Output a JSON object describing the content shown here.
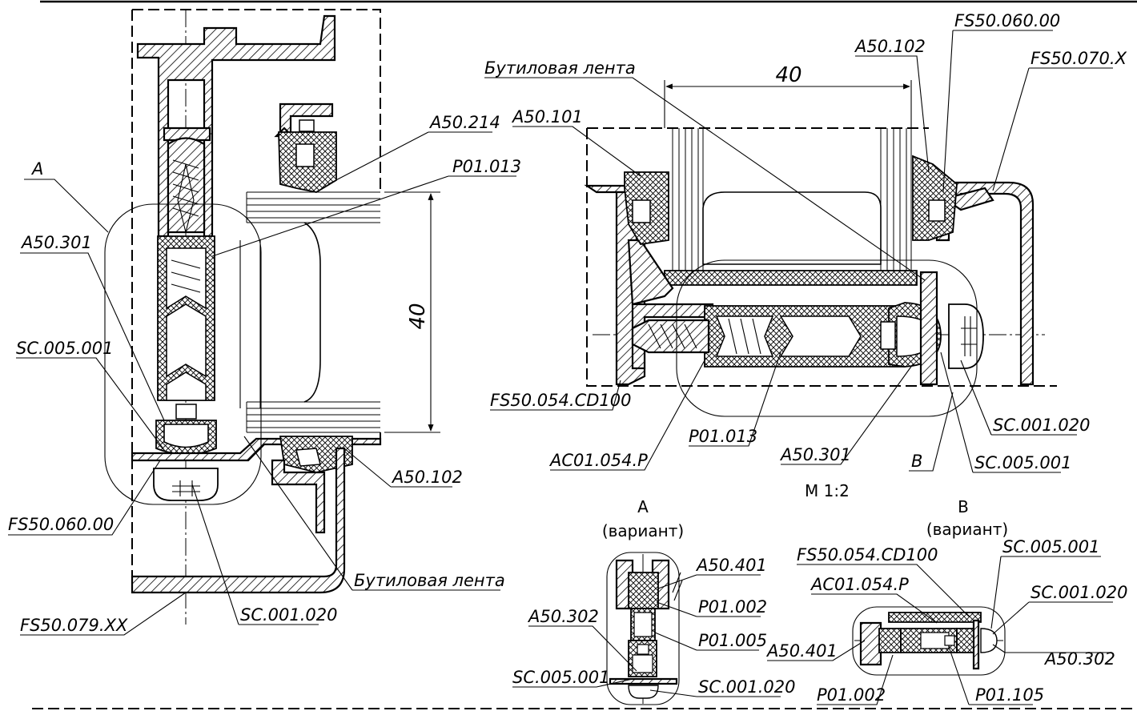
{
  "labels": {
    "A": "A",
    "A50_301_left": "A50.301",
    "SC_005_001_left": "SC.005.001",
    "FS50_060_00_left": "FS50.060.00",
    "FS50_079_XX": "FS50.079.XX",
    "SC_001_020_left": "SC.001.020",
    "butyl_left": "Бутиловая лента",
    "A50_102_left": "A50.102",
    "A50_214": "A50.214",
    "P01_013_left": "P01.013",
    "dim_40_left": "40",
    "butyl_right": "Бутиловая лента",
    "dim_40_right": "40",
    "A50_101": "A50.101",
    "A50_102_right": "A50.102",
    "FS50_060_00_right": "FS50.060.00",
    "FS50_070_X": "FS50.070.X",
    "FS50_054_CD100": "FS50.054.CD100",
    "AC01_054_P": "AC01.054.P",
    "P01_013_right": "P01.013",
    "A50_301_right": "A50.301",
    "B": "B",
    "SC_001_020_right": "SC.001.020",
    "SC_005_001_right": "SC.005.001",
    "scale": "М 1:2"
  },
  "detailA": {
    "title": "A",
    "subtitle": "(вариант)",
    "A50_401": "A50.401",
    "P01_002": "P01.002",
    "P01_005": "P01.005",
    "A50_302": "A50.302",
    "SC_005_001": "SC.005.001",
    "SC_001_020": "SC.001.020"
  },
  "detailB": {
    "title": "B",
    "subtitle": "(вариант)",
    "FS50_054_CD100": "FS50.054.CD100",
    "AC01_054_P": "AC01.054.P",
    "SC_005_001": "SC.005.001",
    "SC_001_020": "SC.001.020",
    "A50_401": "A50.401",
    "A50_302": "A50.302",
    "P01_002": "P01.002",
    "P01_105": "P01.105"
  }
}
